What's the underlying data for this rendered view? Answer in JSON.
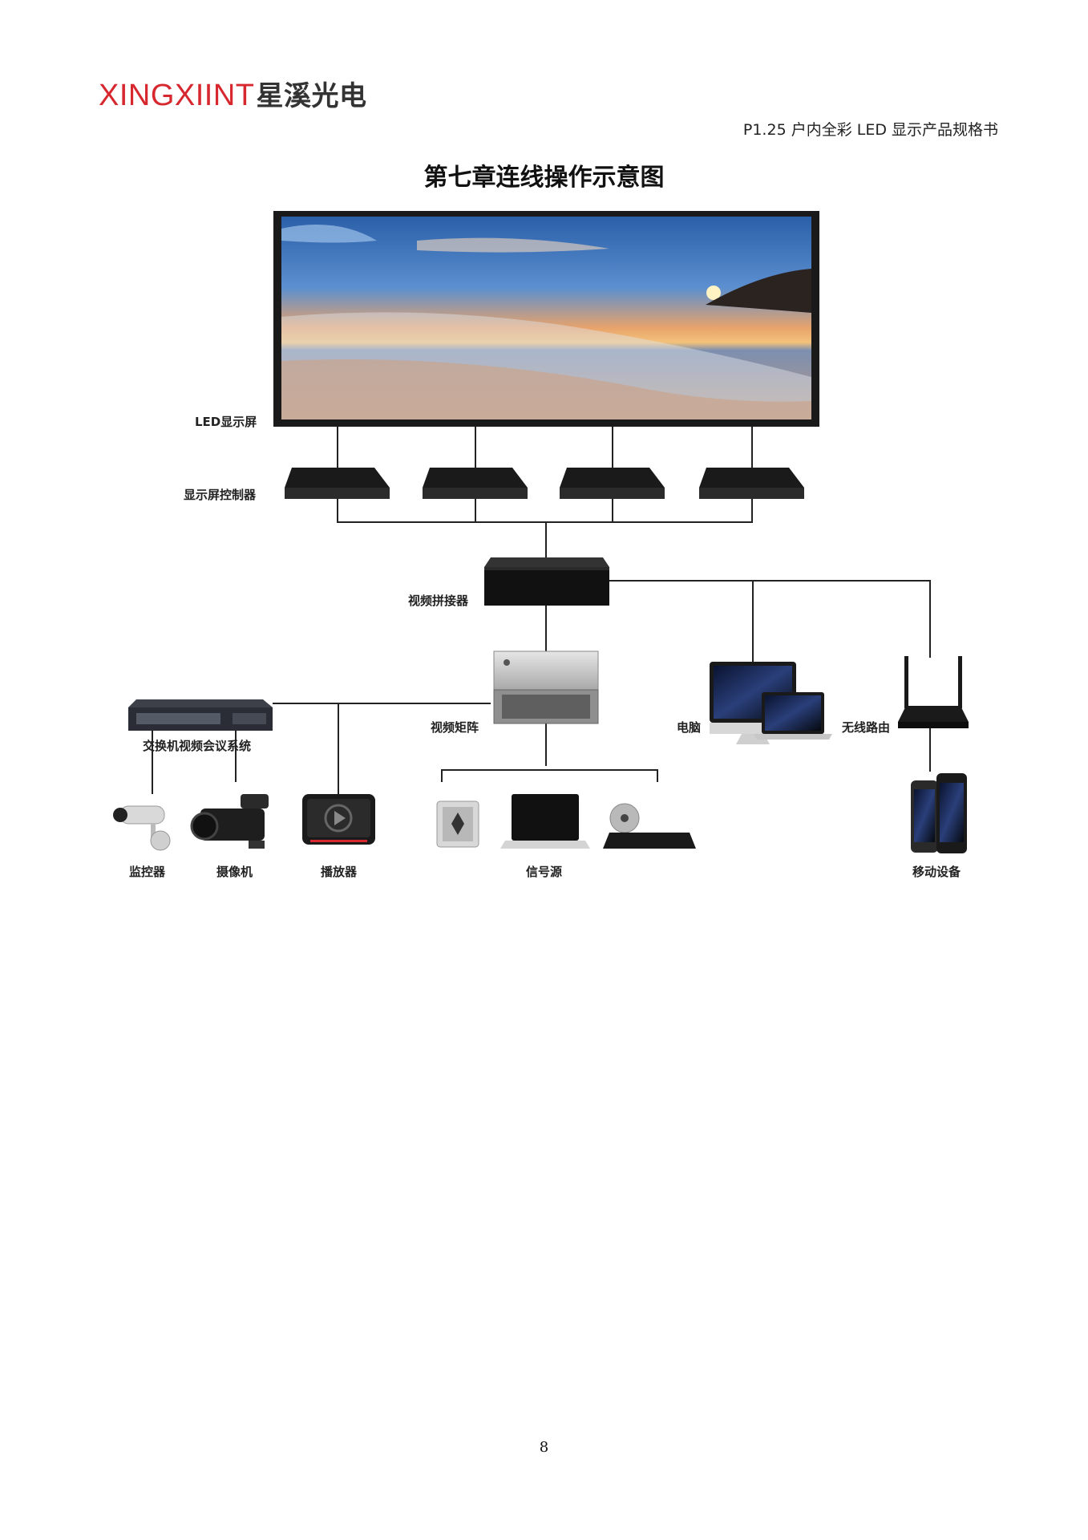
{
  "header": {
    "logo_latin": "XINGXIINT",
    "logo_cn": "星溪光电",
    "doc_title": "P1.25 户内全彩 LED 显示产品规格书"
  },
  "chapter_title": "第七章连线操作示意图",
  "diagram": {
    "labels": {
      "led_screen": "LED显示屏",
      "controller": "显示屏控制器",
      "splicer": "视频拼接器",
      "matrix": "视频矩阵",
      "switch": "交换机视频会议系统",
      "computer": "电脑",
      "router": "无线路由",
      "monitor": "监控器",
      "camera": "摄像机",
      "player": "播放器",
      "signal_source": "信号源",
      "mobile": "移动设备"
    }
  },
  "footer": {
    "page_number": "8"
  },
  "colors": {
    "brand_red": "#d7282f",
    "line": "#222222",
    "device": "#1a1a1a"
  }
}
